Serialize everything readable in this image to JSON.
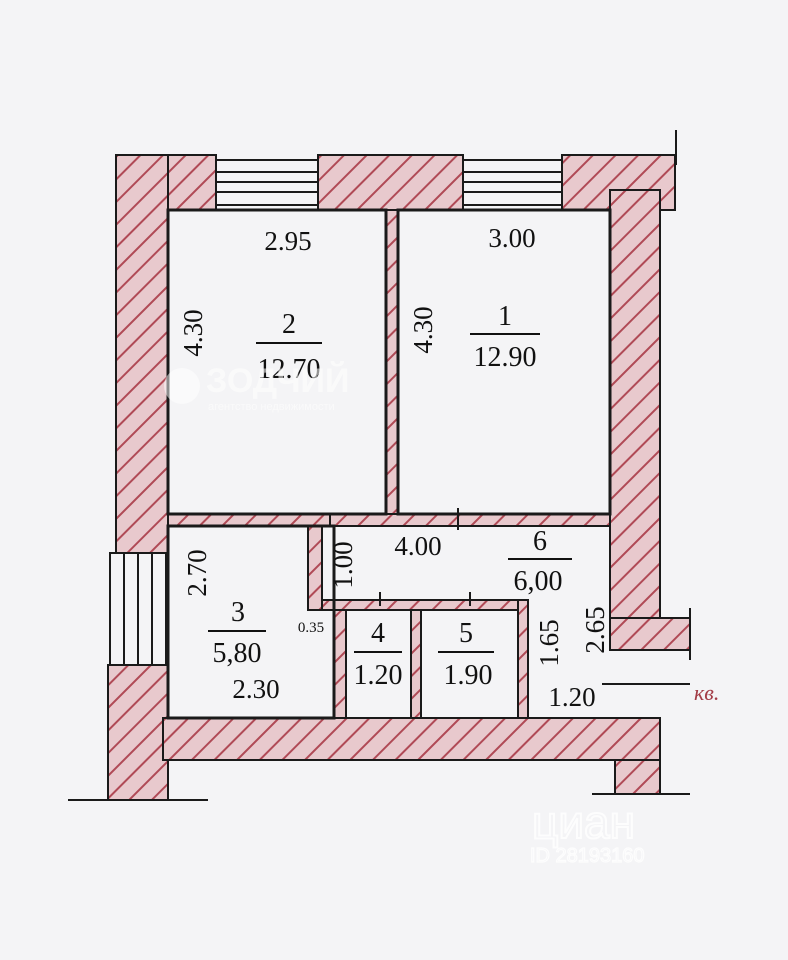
{
  "colors": {
    "wall": "#e8c9cd",
    "hatch": "#b04a56",
    "line": "#1a1a1a",
    "accent": "#a33c46",
    "paper": "#f4f4f6"
  },
  "rooms": {
    "r2": {
      "number": "2",
      "area": "12.70",
      "width": "2.95",
      "height": "4.30"
    },
    "r1": {
      "number": "1",
      "area": "12.90",
      "width": "3.00",
      "height": "4.30"
    },
    "r3": {
      "number": "3",
      "area": "5,80",
      "height": "2.70",
      "width": "2.30"
    },
    "r6": {
      "number": "6",
      "area": "6,00",
      "width": "4.00",
      "depth": "1.00"
    },
    "r4": {
      "number": "4",
      "area": "1.20"
    },
    "r5": {
      "number": "5",
      "area": "1.90"
    }
  },
  "dims": {
    "d035": "0.35",
    "d165": "1.65",
    "d265": "2.65",
    "d120": "1.20"
  },
  "labels": {
    "kv": "кв."
  },
  "watermarks": {
    "logo": "ЗОДЧИЙ",
    "logo_sub": "агентство недвижимости",
    "cian": "циан",
    "cian_id": "ID 28193160"
  }
}
